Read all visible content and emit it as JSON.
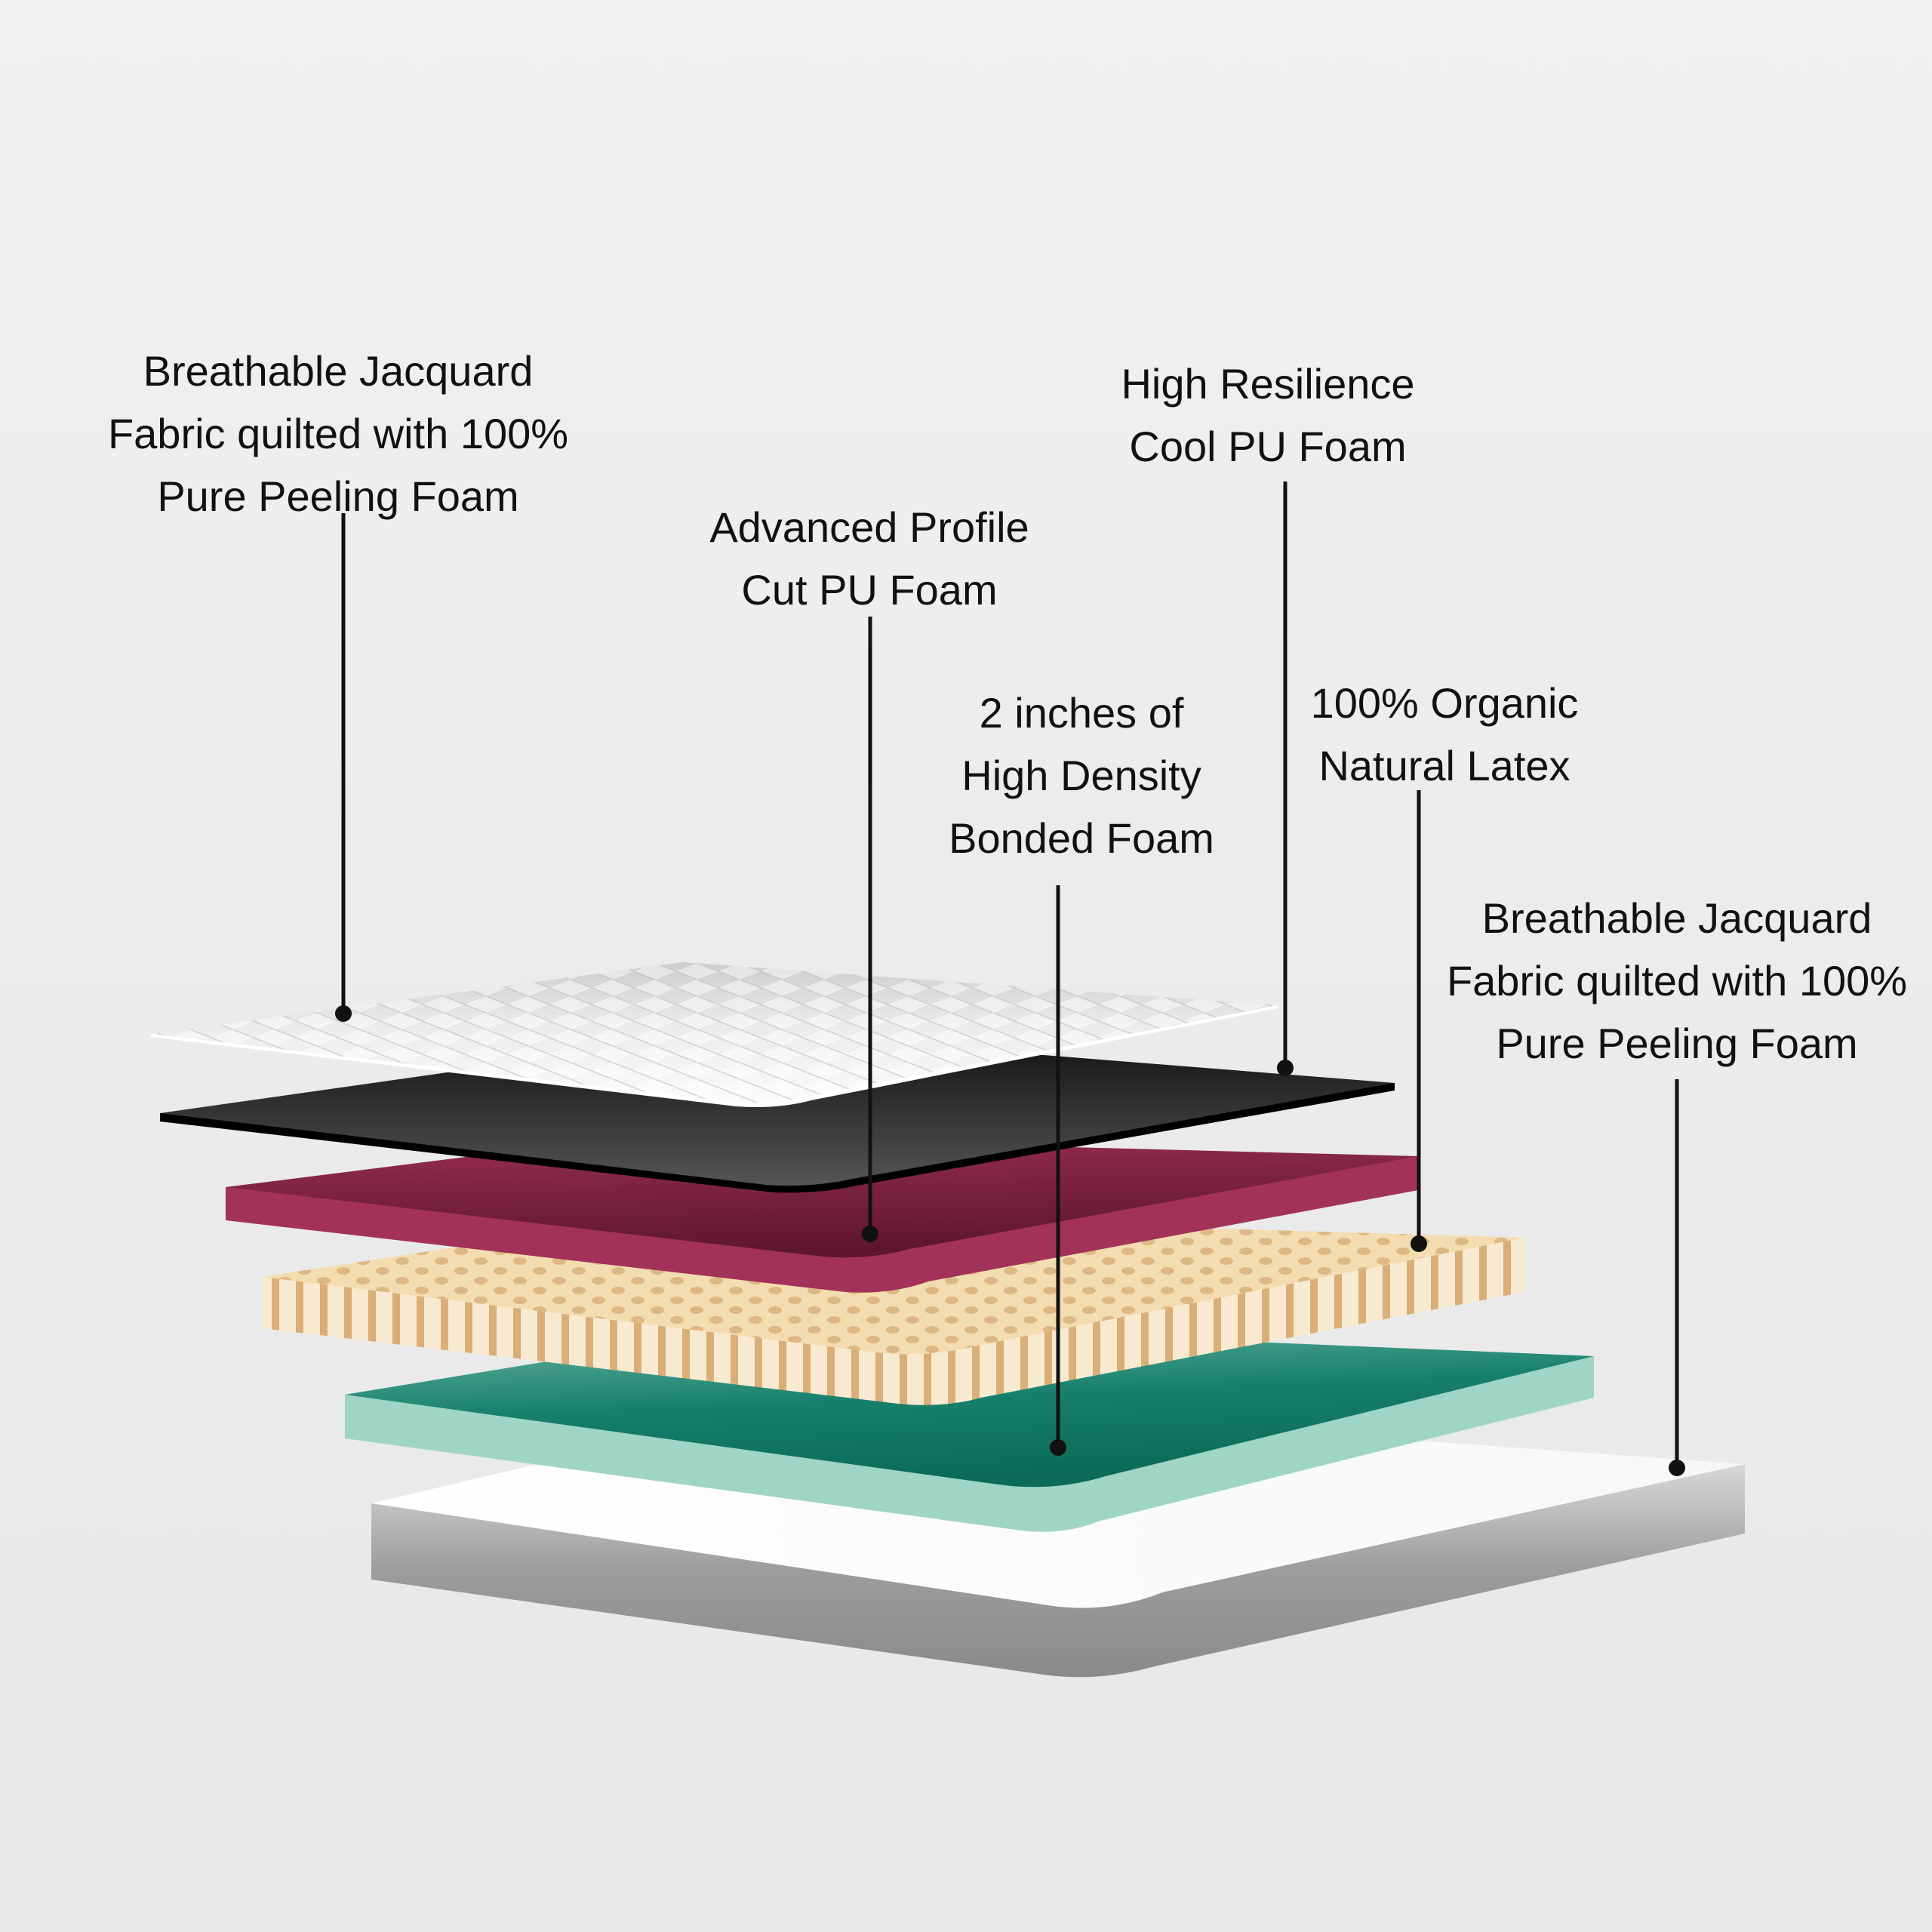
{
  "labels": [
    {
      "lines": [
        "Breathable Jacquard",
        "Fabric quilted with 100%",
        "Pure Peeling Foam"
      ]
    },
    {
      "lines": [
        "Advanced Profile",
        "Cut PU Foam"
      ]
    },
    {
      "lines": [
        "High Resilience",
        "Cool PU Foam"
      ]
    },
    {
      "lines": [
        "2 inches of",
        "High Density",
        "Bonded Foam"
      ]
    },
    {
      "lines": [
        "100% Organic",
        "Natural Latex"
      ]
    },
    {
      "lines": [
        "Breathable Jacquard",
        "Fabric quilted with 100%",
        "Pure Peeling Foam"
      ]
    }
  ],
  "colors": {
    "background": "#ececec",
    "text": "#111111",
    "leader": "#111111",
    "fabric_layer": "#e6e4e4",
    "cool_pu_layer": "#2b2b2b",
    "profile_cut_layer": "#8e2848",
    "latex_layer": "#f3dcb0",
    "latex_holes": "#dcb47f",
    "bonded_foam_layer": "#1f8b78",
    "bonded_foam_edge": "#9fd5c5",
    "bottom_fabric_layer": "#ffffff",
    "bottom_fabric_edge": "#a9a9a9"
  }
}
